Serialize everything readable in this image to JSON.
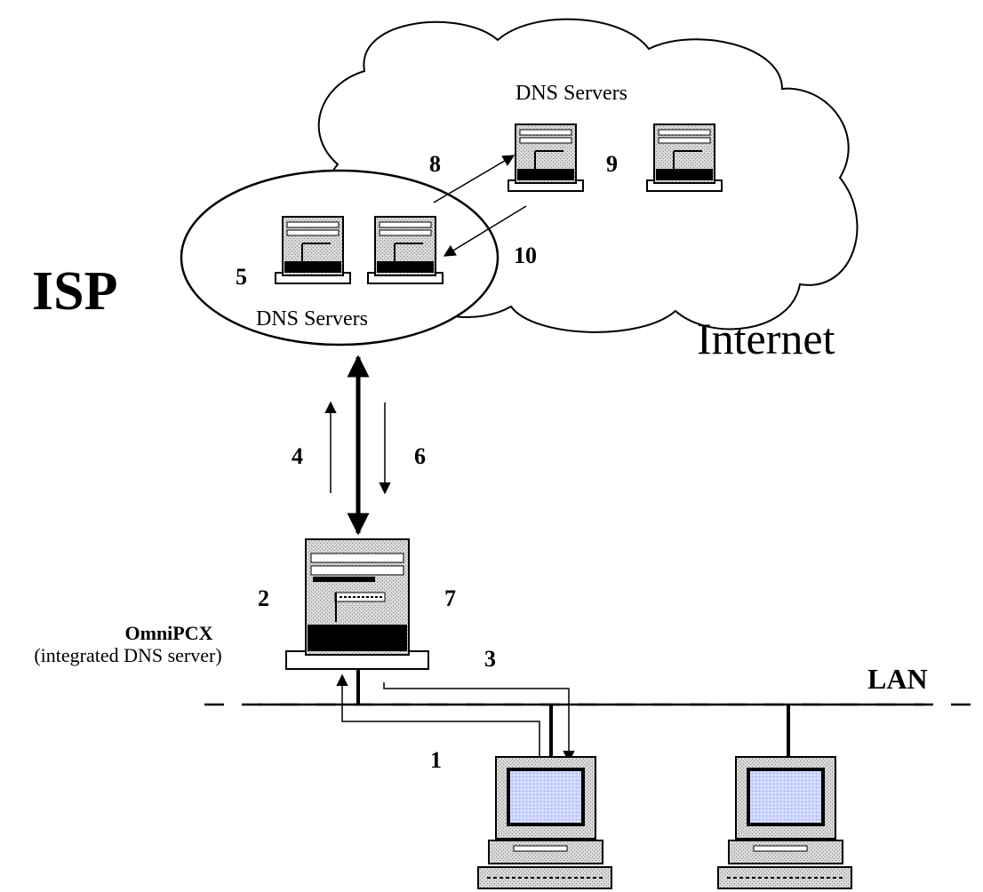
{
  "labels": {
    "isp": "ISP",
    "internet": "Internet",
    "dns_servers_cloud": "DNS Servers",
    "dns_servers_isp": "DNS Servers",
    "omnipcx": "OmniPCX",
    "omnipcx_sub": "(integrated DNS server)",
    "lan": "LAN"
  },
  "steps": {
    "s1": "1",
    "s2": "2",
    "s3": "3",
    "s4": "4",
    "s5": "5",
    "s6": "6",
    "s7": "7",
    "s8": "8",
    "s9": "9",
    "s10": "10"
  }
}
